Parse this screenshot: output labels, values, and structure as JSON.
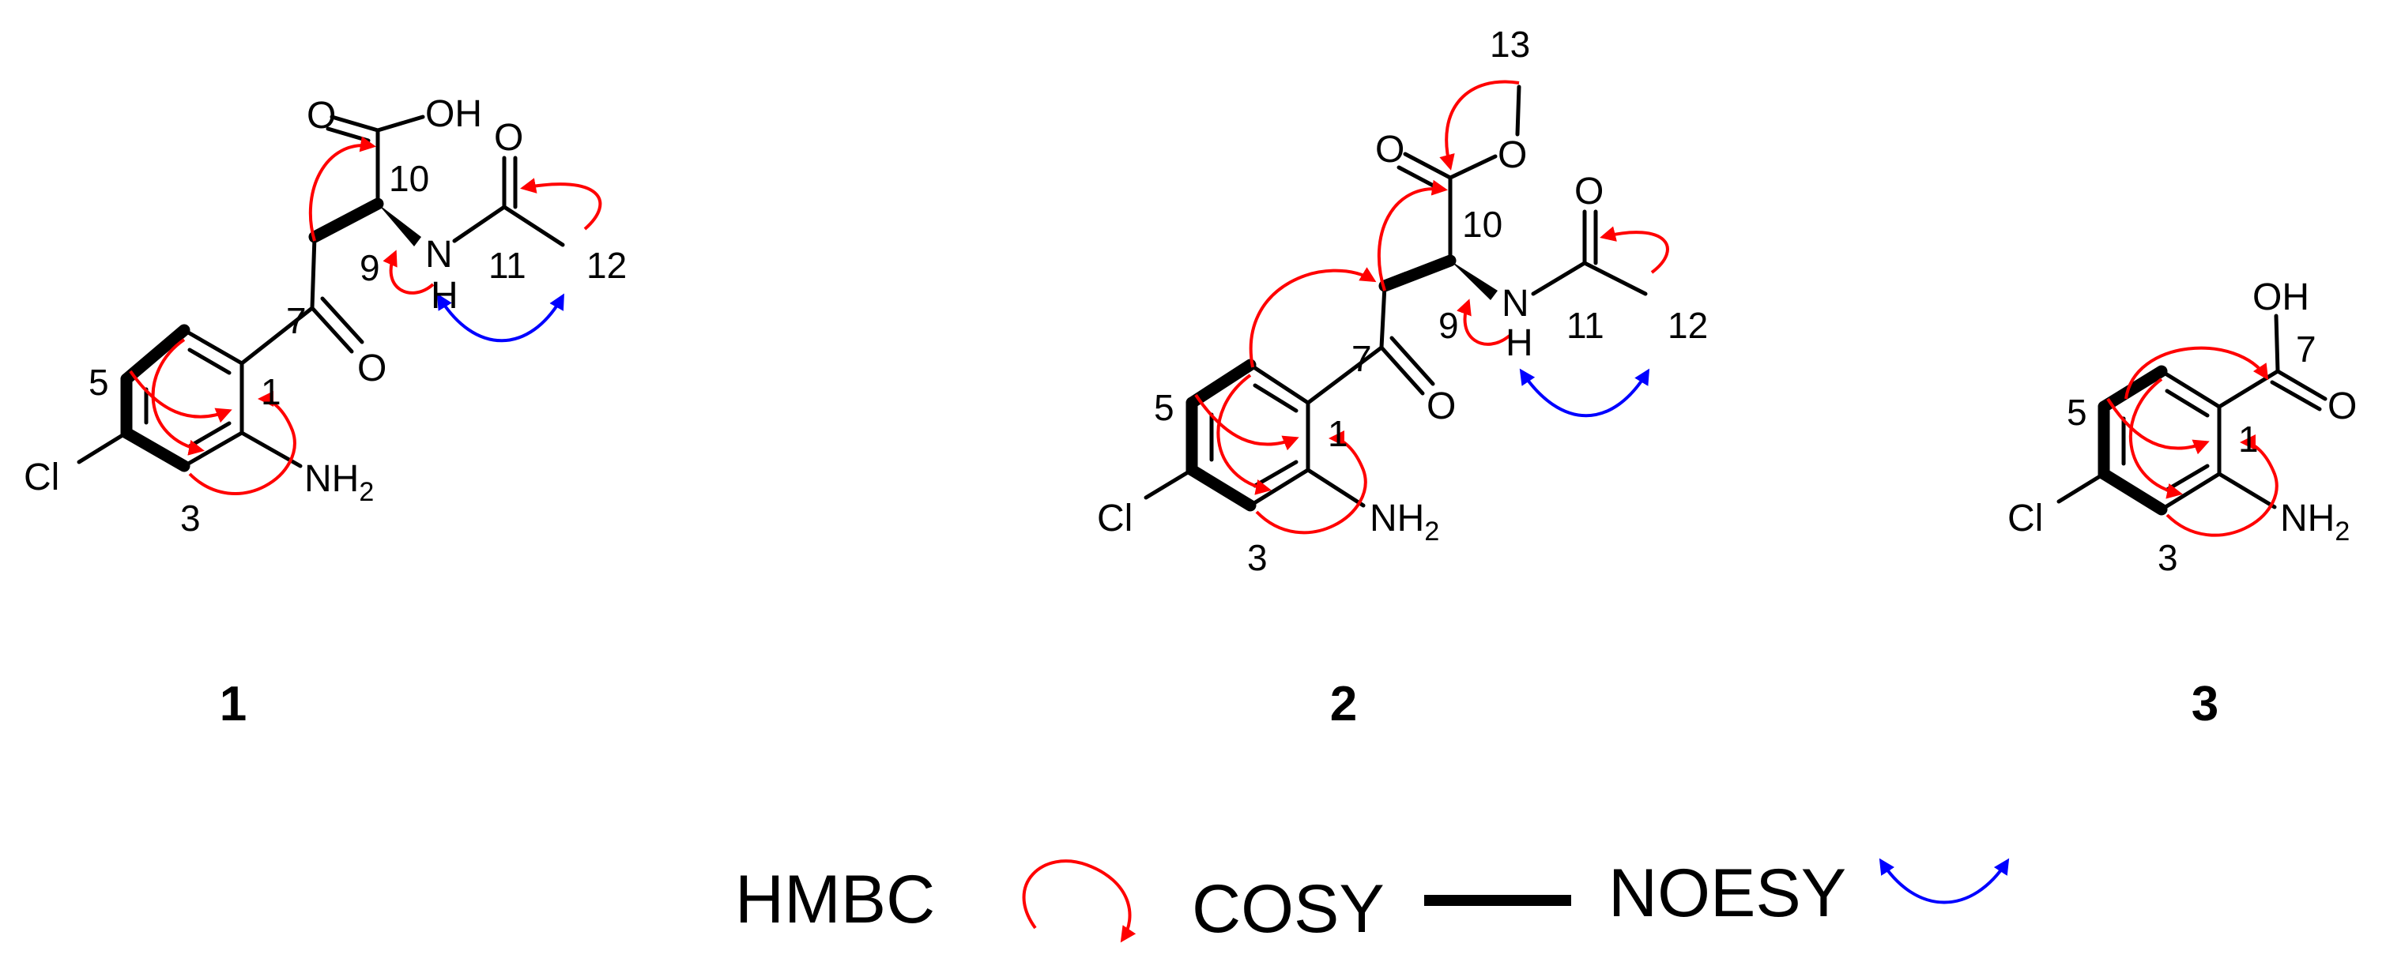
{
  "colors": {
    "hmbc": "#ff0000",
    "noesy": "#0000ff",
    "bonds": "#000000"
  },
  "compounds": [
    {
      "label": "1",
      "atoms": {
        "oh": "OH",
        "o_acid": "O",
        "o_amide": "O",
        "nh_n": "N",
        "nh_h": "H",
        "o_ketone": "O",
        "cl": "Cl",
        "nh2": "NH",
        "nh2_sub": "2"
      },
      "numbers": {
        "c1": "1",
        "c3": "3",
        "c5": "5",
        "c7": "7",
        "c9": "9",
        "c10": "10",
        "c11": "11",
        "c12": "12"
      }
    },
    {
      "label": "2",
      "atoms": {
        "o_ester": "O",
        "o_carbonyl": "O",
        "o_amide": "O",
        "nh_n": "N",
        "nh_h": "H",
        "o_ketone": "O",
        "cl": "Cl",
        "nh2": "NH",
        "nh2_sub": "2"
      },
      "numbers": {
        "c1": "1",
        "c3": "3",
        "c5": "5",
        "c7": "7",
        "c9": "9",
        "c10": "10",
        "c11": "11",
        "c12": "12",
        "c13": "13"
      }
    },
    {
      "label": "3",
      "atoms": {
        "oh": "OH",
        "o_carbonyl": "O",
        "cl": "Cl",
        "nh2": "NH",
        "nh2_sub": "2"
      },
      "numbers": {
        "c1": "1",
        "c3": "3",
        "c5": "5",
        "c7": "7"
      }
    }
  ],
  "legend": {
    "hmbc": "HMBC",
    "cosy": "COSY",
    "noesy": "NOESY"
  }
}
